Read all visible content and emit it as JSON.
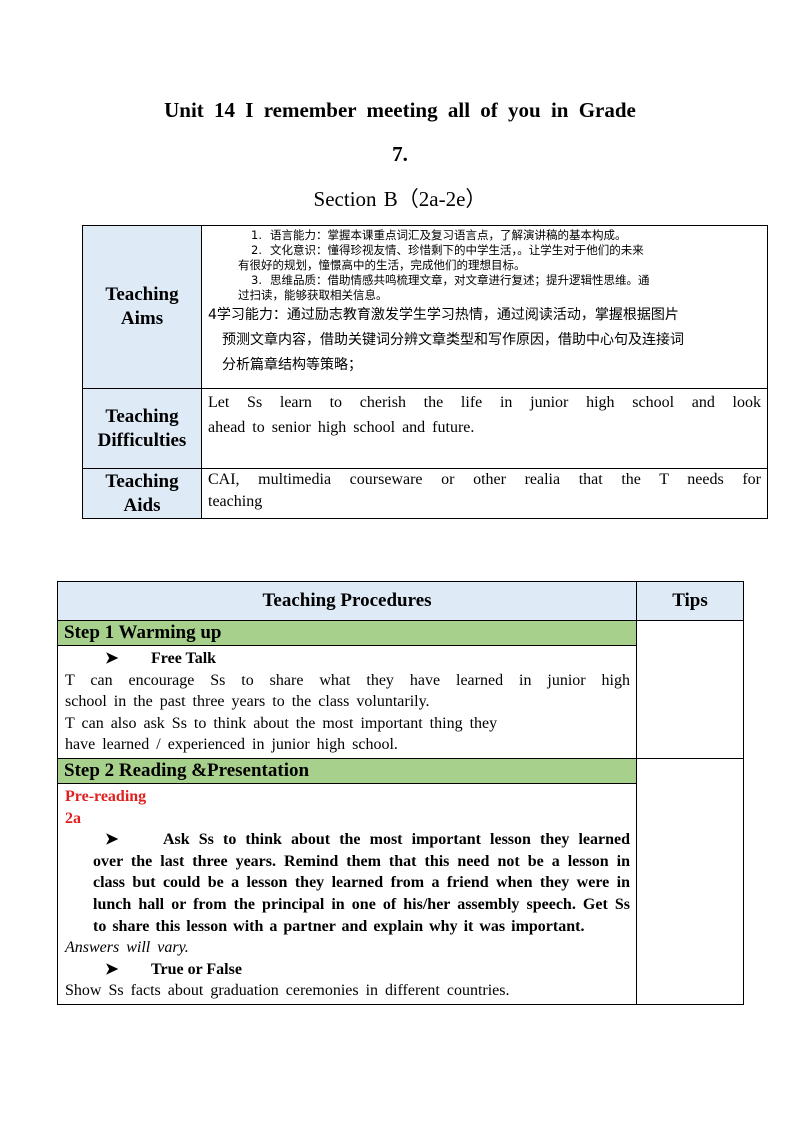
{
  "title": {
    "line1": "Unit 14 I remember meeting all of you in Grade",
    "line2": "7.",
    "section": "Section B（2a-2e）"
  },
  "aims": {
    "label_line1": "Teaching",
    "label_line2": "Aims",
    "items": [
      {
        "num": "1.",
        "text": "语言能力：掌握本课重点词汇及复习语言点，了解演讲稿的基本构成。",
        "cont": ""
      },
      {
        "num": "2.",
        "text": "文化意识：懂得珍视友情、珍惜剩下的中学生活，。让学生对于他们的未来",
        "cont": "有很好的规划，憧憬高中的生活，完成他们的理想目标。"
      },
      {
        "num": "3.",
        "text": "思维品质：借助情感共鸣梳理文章，对文章进行复述；提升逻辑性思维。通",
        "cont": "过扫读，能够获取相关信息。"
      }
    ],
    "item4_line1": "4学习能力：通过励志教育激发学生学习热情，通过阅读活动，掌握根据图片",
    "item4_line2": "预测文章内容，借助关键词分辨文章类型和写作原因，借助中心句及连接词",
    "item4_line3": "分析篇章结构等策略；"
  },
  "difficulties": {
    "label_line1": "Teaching",
    "label_line2": "Difficulties",
    "line1": "Let Ss learn to cherish the life in junior high school and look",
    "line2": "ahead to senior high school and future."
  },
  "aids": {
    "label_line1": "Teaching",
    "label_line2": "Aids",
    "line1": "CAI, multimedia courseware or other realia that the T needs for",
    "line2": "teaching"
  },
  "procedures": {
    "header": "Teaching Procedures",
    "tips_header": "Tips",
    "step1": {
      "title": "Step 1 Warming up",
      "bullet": "Free Talk",
      "p1_line1": "T can encourage Ss to share what they have learned in junior high",
      "p1_line2": "school in the past three years to the class voluntarily.",
      "p2_line1": "T can also ask Ss to think about the most important thing they",
      "p2_line2": "have learned / experienced in junior high school."
    },
    "step2": {
      "title": "Step 2 Reading &Presentation",
      "pre_reading": "Pre-reading",
      "sub": "2a",
      "bullet1": "Ask Ss to think about the most important lesson they",
      "bullet1_cont": "learned over the last three years. Remind them that this need not be a lesson in class but could be a lesson they learned from a friend when they were in lunch hall or from the principal in one of his/her assembly speech. Get Ss to share this lesson with a partner and explain why it was important.",
      "answers": "Answers will vary.",
      "bullet2": "True or False",
      "facts": "Show Ss facts about graduation ceremonies in different countries."
    }
  },
  "icons": {
    "bullet": "arrowhead-icon"
  }
}
